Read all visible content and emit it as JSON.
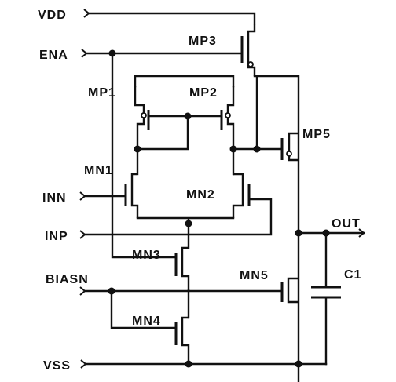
{
  "pins": {
    "vdd": "VDD",
    "ena": "ENA",
    "inn": "INN",
    "inp": "INP",
    "biasn": "BIASN",
    "vss": "VSS",
    "out": "OUT"
  },
  "devices": {
    "mp1": "MP1",
    "mp2": "MP2",
    "mp3": "MP3",
    "mp5": "MP5",
    "mn1": "MN1",
    "mn2": "MN2",
    "mn3": "MN3",
    "mn4": "MN4",
    "mn5": "MN5",
    "c1": "C1"
  }
}
